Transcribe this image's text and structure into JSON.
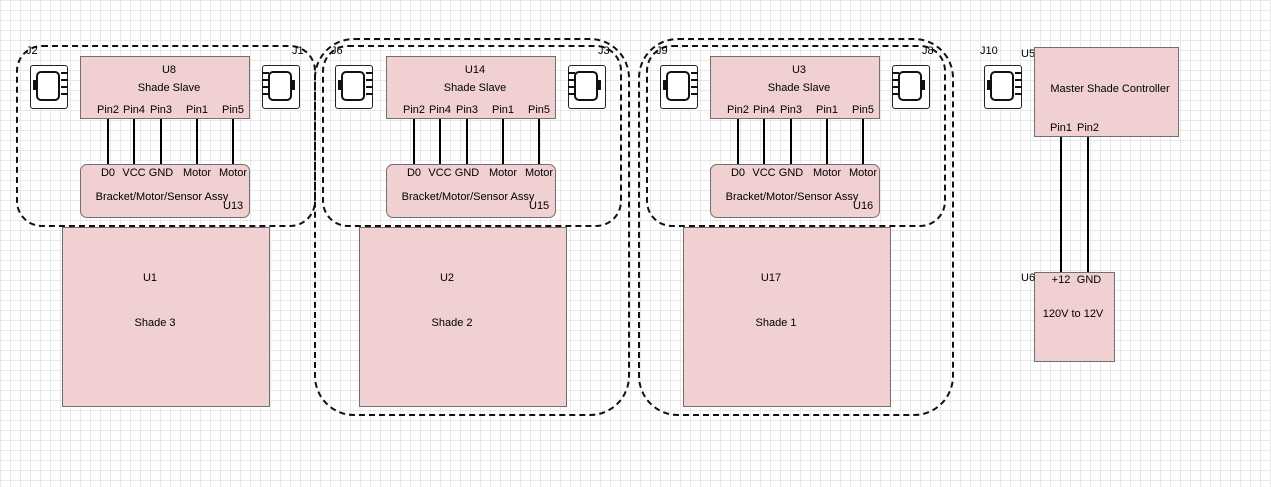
{
  "slaves": [
    {
      "left_jack": "J2",
      "right_jack": "J1",
      "ref": "U8",
      "title": "Shade Slave",
      "pins": [
        "Pin2",
        "Pin4",
        "Pin3",
        "Pin1",
        "Pin5"
      ],
      "assy_pins": [
        "D0",
        "VCC",
        "GND",
        "Motor",
        "Motor"
      ],
      "assy_title": "Bracket/Motor/Sensor Assy",
      "assy_ref": "U13",
      "shade_ref": "U1",
      "shade_title": "Shade 3"
    },
    {
      "left_jack": "J6",
      "right_jack": "J3",
      "ref": "U14",
      "title": "Shade Slave",
      "pins": [
        "Pin2",
        "Pin4",
        "Pin3",
        "Pin1",
        "Pin5"
      ],
      "assy_pins": [
        "D0",
        "VCC",
        "GND",
        "Motor",
        "Motor"
      ],
      "assy_title": "Bracket/Motor/Sensor Assy",
      "assy_ref": "U15",
      "shade_ref": "U2",
      "shade_title": "Shade 2"
    },
    {
      "left_jack": "J9",
      "right_jack": "J8",
      "ref": "U3",
      "title": "Shade Slave",
      "pins": [
        "Pin2",
        "Pin4",
        "Pin3",
        "Pin1",
        "Pin5"
      ],
      "assy_pins": [
        "D0",
        "VCC",
        "GND",
        "Motor",
        "Motor"
      ],
      "assy_title": "Bracket/Motor/Sensor Assy",
      "assy_ref": "U16",
      "shade_ref": "U17",
      "shade_title": "Shade 1"
    }
  ],
  "master": {
    "jack": "J10",
    "ref": "U5",
    "title": "Master Shade Controller",
    "pins": [
      "Pin1",
      "Pin2"
    ]
  },
  "psu": {
    "ref": "U6",
    "pins": [
      "+12",
      "GND"
    ],
    "title": "120V to 12V"
  }
}
